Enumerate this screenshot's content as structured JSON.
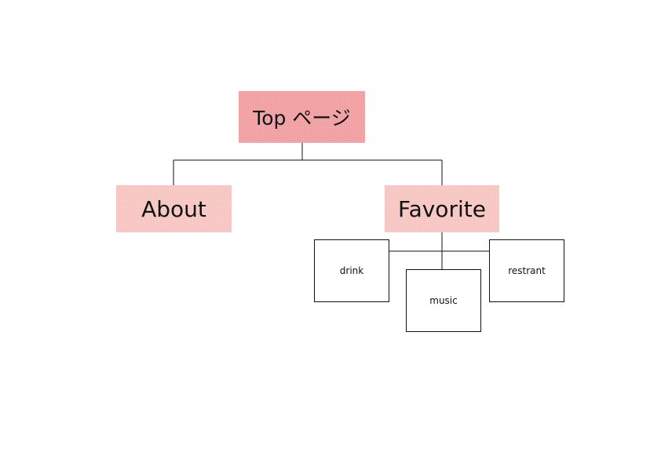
{
  "diagram": {
    "root": {
      "label": "Top ページ"
    },
    "level1": [
      {
        "label": "About"
      },
      {
        "label": "Favorite"
      }
    ],
    "favorite_children": [
      {
        "label": "drink"
      },
      {
        "label": "music"
      },
      {
        "label": "restrant"
      }
    ]
  },
  "colors": {
    "root_fill": "#f1a0a3",
    "level1_fill": "#f7c6c2",
    "leaf_fill": "#ffffff",
    "line": "#111111"
  }
}
